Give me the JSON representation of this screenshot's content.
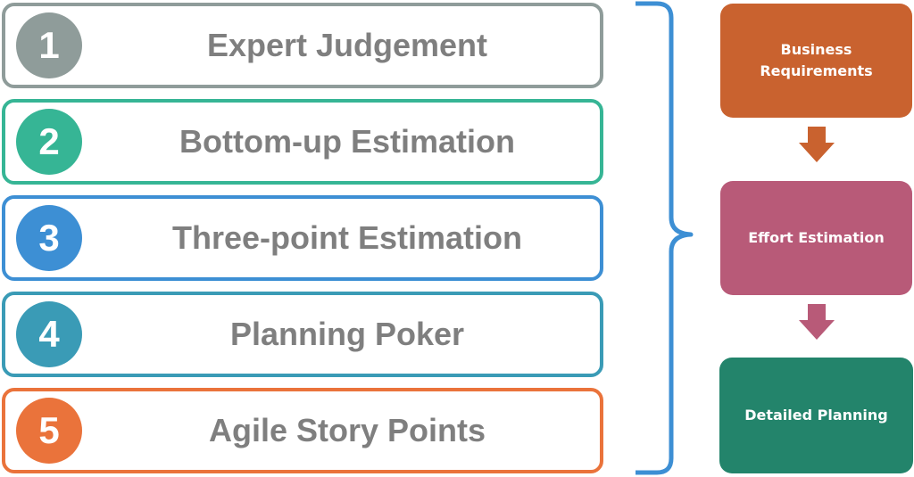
{
  "methods": [
    {
      "number": "1",
      "label": "Expert Judgement",
      "color": "#8f9c9a"
    },
    {
      "number": "2",
      "label": "Bottom-up Estimation",
      "color": "#36b595"
    },
    {
      "number": "3",
      "label": "Three-point Estimation",
      "color": "#3d8fd4"
    },
    {
      "number": "4",
      "label": "Planning Poker",
      "color": "#3a9bb6"
    },
    {
      "number": "5",
      "label": "Agile Story Points",
      "color": "#ea733b"
    }
  ],
  "brace_color": "#3d8fd4",
  "flow": [
    {
      "label": "Business Requirements",
      "color": "#c9622f"
    },
    {
      "label": "Effort Estimation",
      "color": "#b85a78"
    },
    {
      "label": "Detailed Planning",
      "color": "#23846b"
    }
  ],
  "flow_arrows": [
    {
      "color": "#c9622f"
    },
    {
      "color": "#b85a78"
    }
  ]
}
